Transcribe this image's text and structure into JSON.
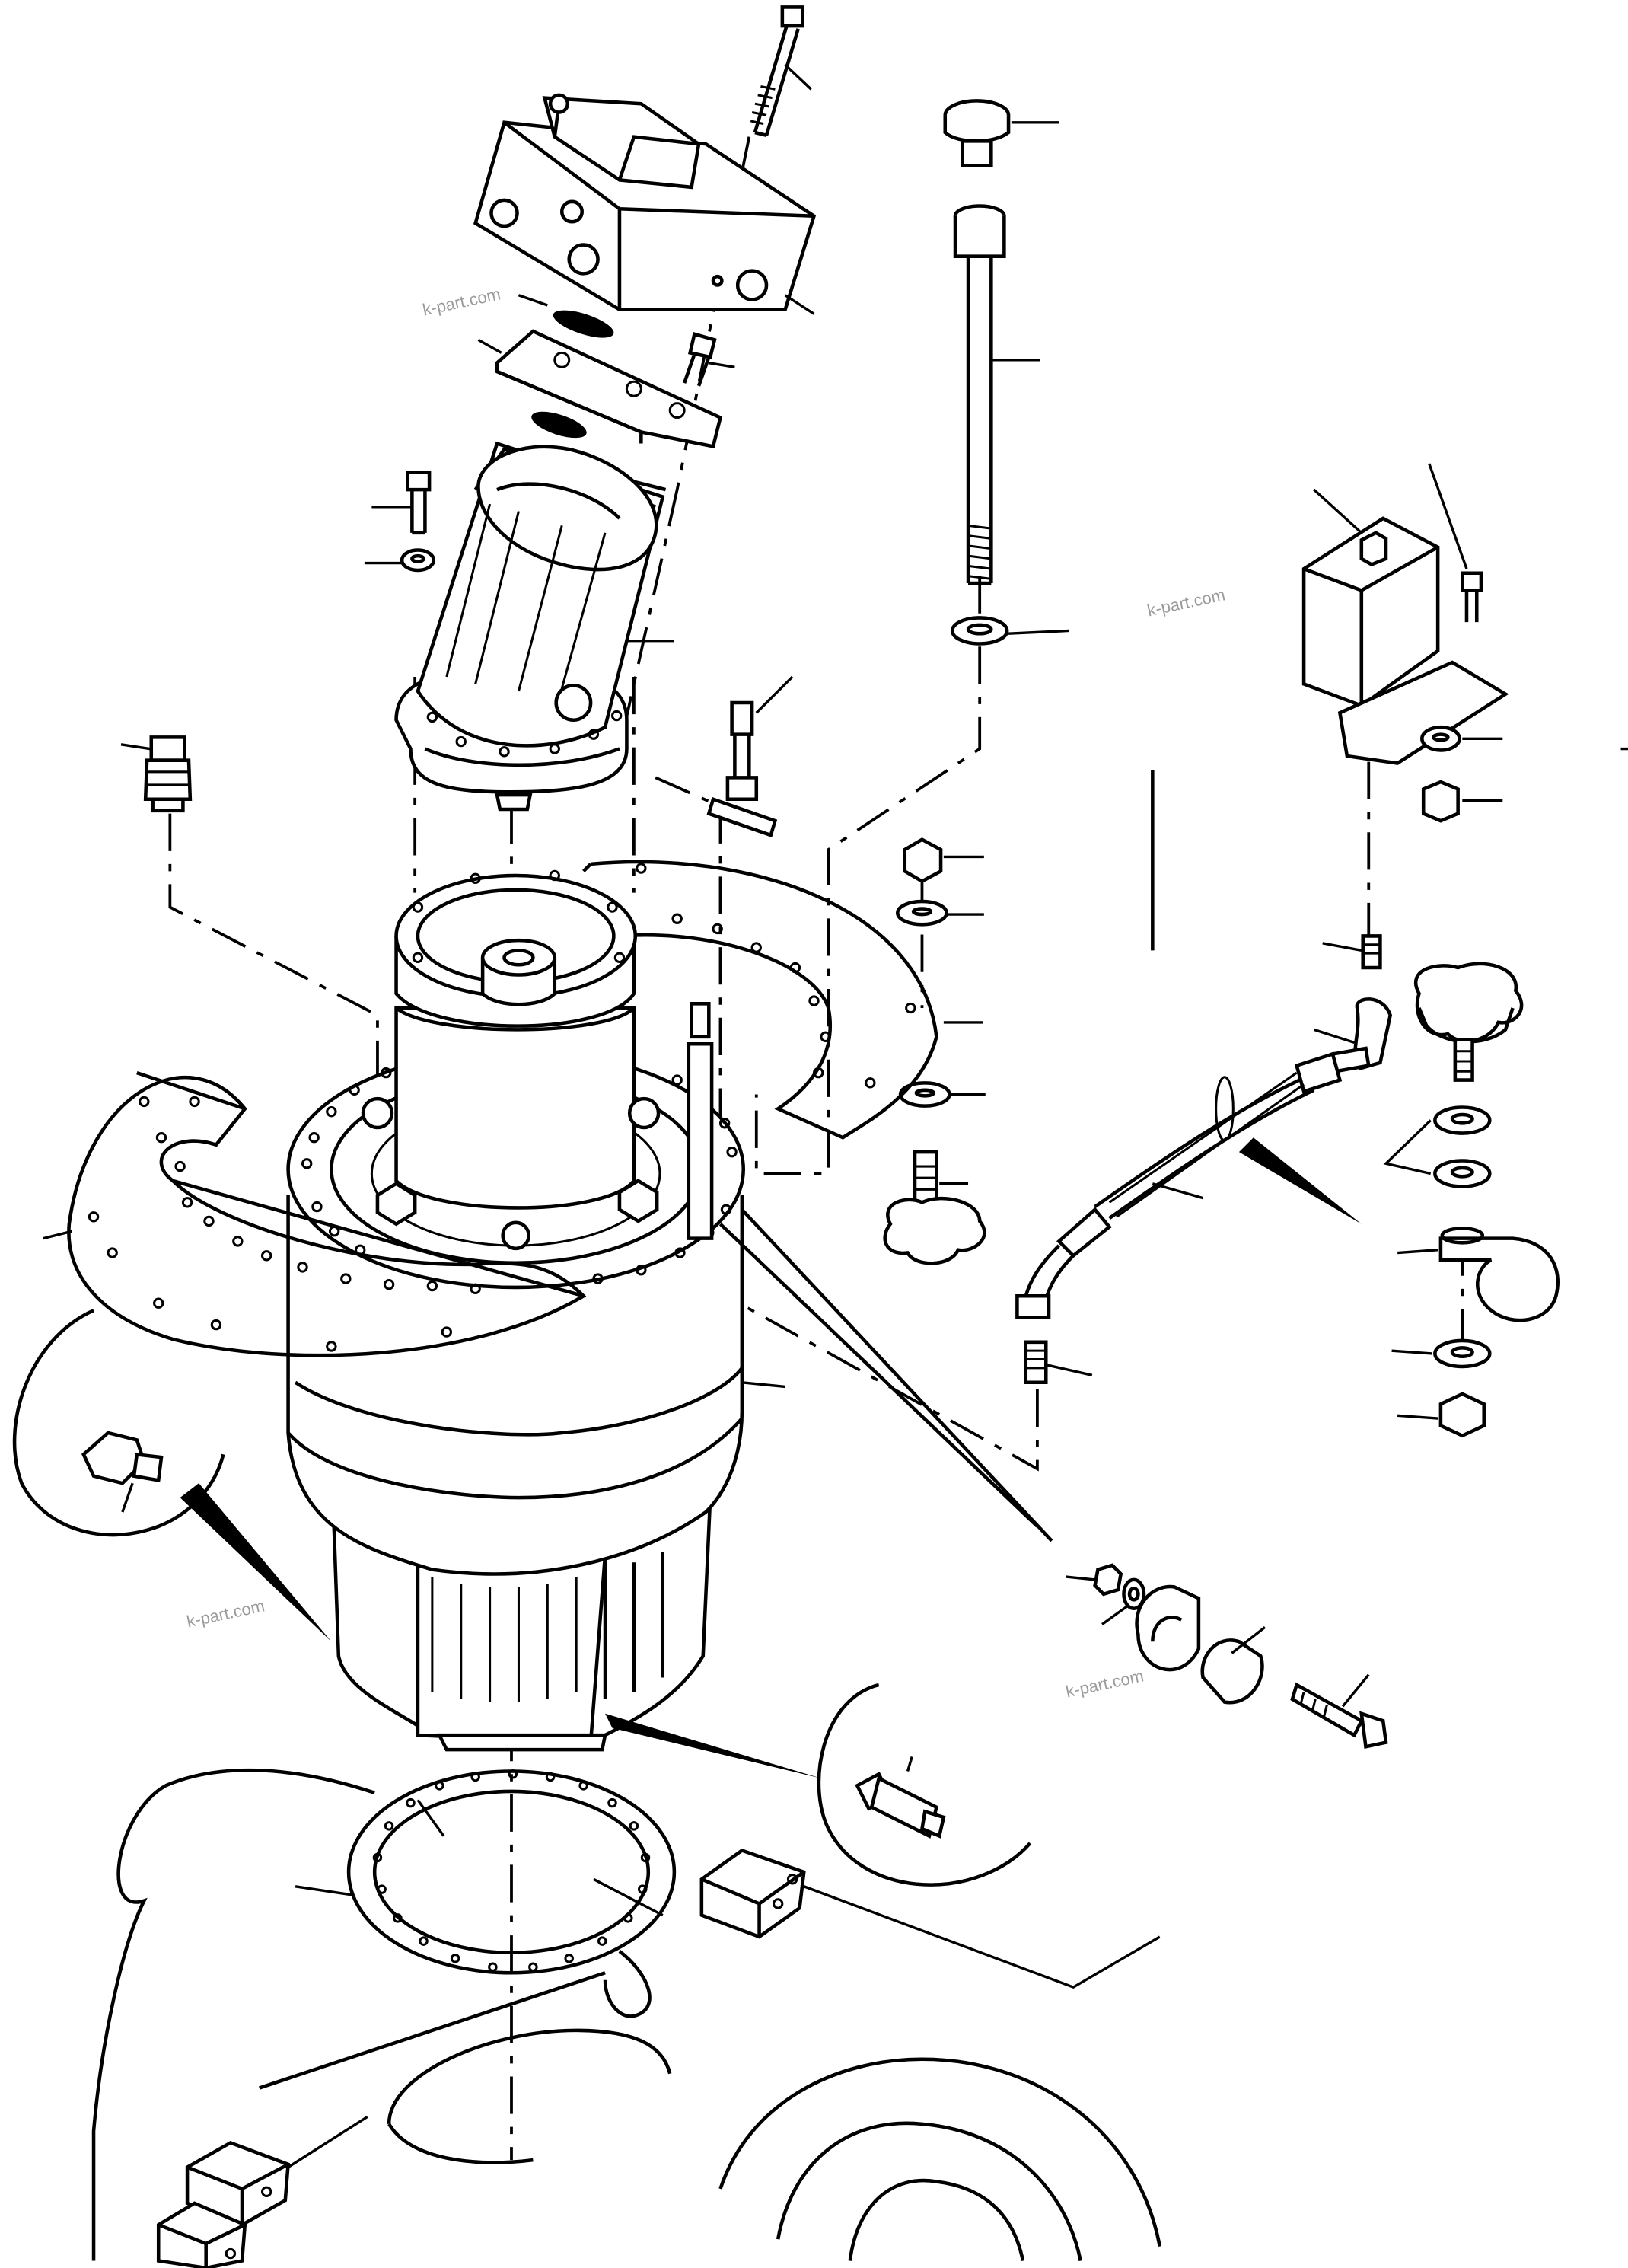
{
  "watermarks": [
    "k-part.com",
    "k-part.com",
    "k-part.com",
    "k-part.com"
  ],
  "parts": [
    {
      "name": "cap-screw-top",
      "icon": "bolt-icon"
    },
    {
      "name": "valve-block",
      "icon": "valve-block-icon"
    },
    {
      "name": "o-ring-upper",
      "icon": "o-ring-icon"
    },
    {
      "name": "socket-screw",
      "icon": "bolt-icon"
    },
    {
      "name": "adapter-plate",
      "icon": "plate-icon"
    },
    {
      "name": "o-ring-lower",
      "icon": "o-ring-icon"
    },
    {
      "name": "hydraulic-motor",
      "icon": "motor-icon"
    },
    {
      "name": "bolt-left",
      "icon": "bolt-icon"
    },
    {
      "name": "washer-left",
      "icon": "washer-icon"
    },
    {
      "name": "level-plug-left",
      "icon": "plug-icon"
    },
    {
      "name": "breather-fitting",
      "icon": "fitting-icon"
    },
    {
      "name": "knob-cap",
      "icon": "knob-icon"
    },
    {
      "name": "long-stud",
      "icon": "stud-icon"
    },
    {
      "name": "stud-washer",
      "icon": "washer-icon"
    },
    {
      "name": "swing-reduction-gear",
      "icon": "gearbox-icon"
    },
    {
      "name": "cover-plate",
      "icon": "plate-icon"
    },
    {
      "name": "nut-mid",
      "icon": "nut-icon"
    },
    {
      "name": "washer-mid",
      "icon": "washer-icon"
    },
    {
      "name": "knob-mid",
      "icon": "knob-icon"
    },
    {
      "name": "reservoir-tank",
      "icon": "tank-icon"
    },
    {
      "name": "hose-assembly",
      "icon": "hose-icon"
    },
    {
      "name": "clamp-assembly",
      "icon": "clamp-icon"
    },
    {
      "name": "shim-ring",
      "icon": "ring-icon"
    },
    {
      "name": "grease-nipple",
      "icon": "fitting-icon"
    },
    {
      "name": "drain-fitting",
      "icon": "fitting-icon"
    }
  ]
}
